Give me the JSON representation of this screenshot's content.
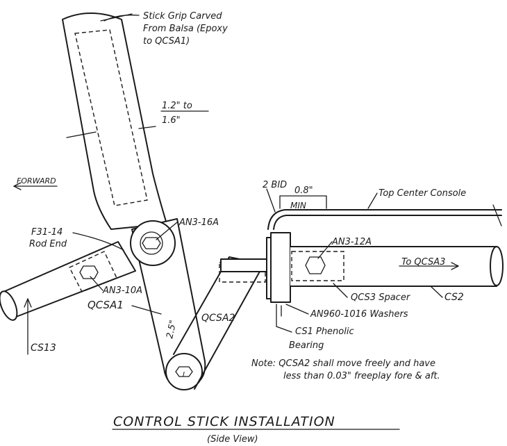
{
  "labels": {
    "stick_grip_line1": "Stick Grip Carved",
    "stick_grip_line2": "From Balsa (Epoxy",
    "stick_grip_line3": "to QCSA1)",
    "dim_top": "1.2\" to",
    "dim_bottom": "1.6\"",
    "forward": "FORWARD",
    "f31_line1": "F31-14",
    "f31_line2": "Rod End",
    "an3_16a": "AN3-16A",
    "an3_10a": "AN3-10A",
    "qcsa1": "QCSA1",
    "qcsa2": "QCSA2",
    "dim_2_5": "2.5\"",
    "cs13": "CS13",
    "two_bid": "2 BID",
    "dim_08": "0.8\"",
    "min": "MIN",
    "top_center_console": "Top Center Console",
    "an3_12a": "AN3-12A",
    "to_qcsa3": "To QCSA3",
    "qcs3_spacer": "QCS3 Spacer",
    "cs2": "CS2",
    "an960_washers": "AN960-1016 Washers",
    "cs1_line1": "CS1 Phenolic",
    "cs1_line2": "Bearing",
    "note_line1": "Note: QCSA2 shall move freely and have",
    "note_line2": "less than 0.03\" freeplay fore & aft."
  },
  "title": "CONTROL STICK INSTALLATION",
  "subtitle": "(Side View)"
}
